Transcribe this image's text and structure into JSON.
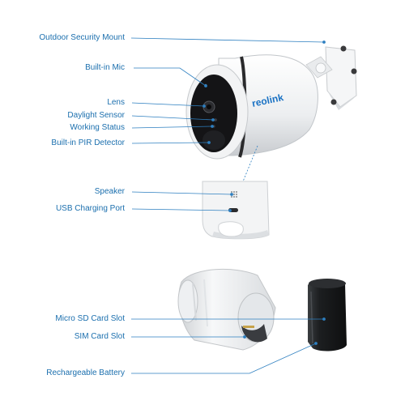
{
  "colors": {
    "label_text": "#1b6fae",
    "leader_line": "#2d7fc0",
    "camera_body": "#f4f5f6",
    "camera_band": "#2a2a2c",
    "lens_face": "#141416",
    "battery": "#1a1c1e",
    "brand": "#1a72c4"
  },
  "brand": {
    "logo_text": "reolink"
  },
  "labels": {
    "outdoor_mount": "Outdoor Security Mount",
    "mic": "Built-in Mic",
    "lens": "Lens",
    "daylight_sensor": "Daylight Sensor",
    "working_status": "Working Status",
    "pir_detector": "Built-in PIR Detector",
    "speaker": "Speaker",
    "usb_port": "USB Charging Port",
    "micro_sd": "Micro SD Card Slot",
    "sim_slot": "SIM Card Slot",
    "battery": "Rechargeable Battery"
  }
}
